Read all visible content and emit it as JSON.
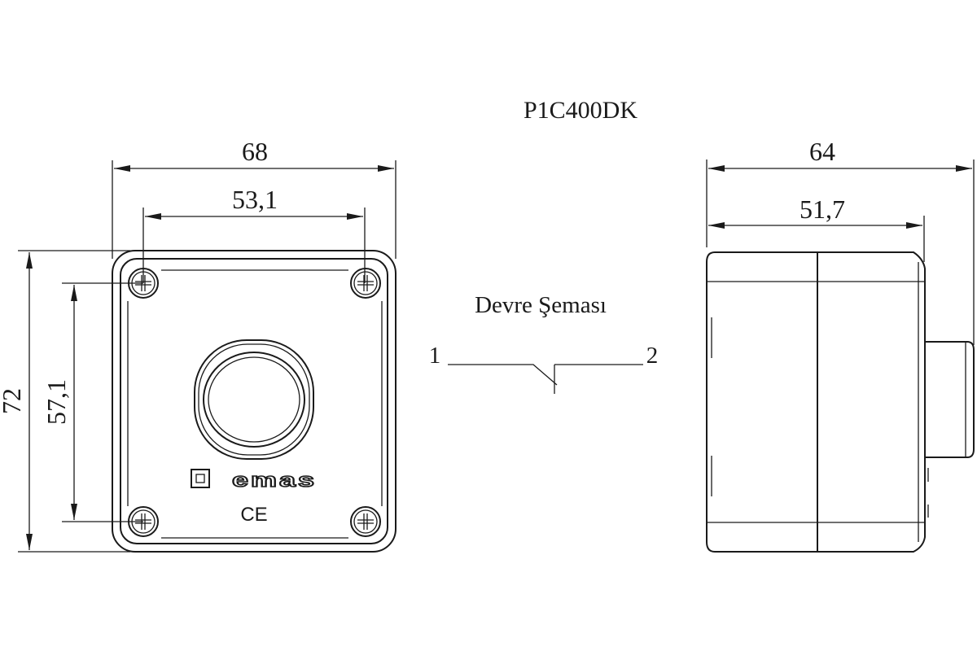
{
  "product": {
    "model": "P1C400DK"
  },
  "front_view": {
    "width_outer": "68",
    "width_screws": "53,1",
    "height_outer": "72",
    "height_screws": "57,1",
    "brand_text": "emas",
    "ce_mark": "CE"
  },
  "side_view": {
    "depth_outer": "64",
    "depth_body": "51,7"
  },
  "circuit": {
    "title": "Devre Şeması",
    "terminal_left": "1",
    "terminal_right": "2"
  }
}
